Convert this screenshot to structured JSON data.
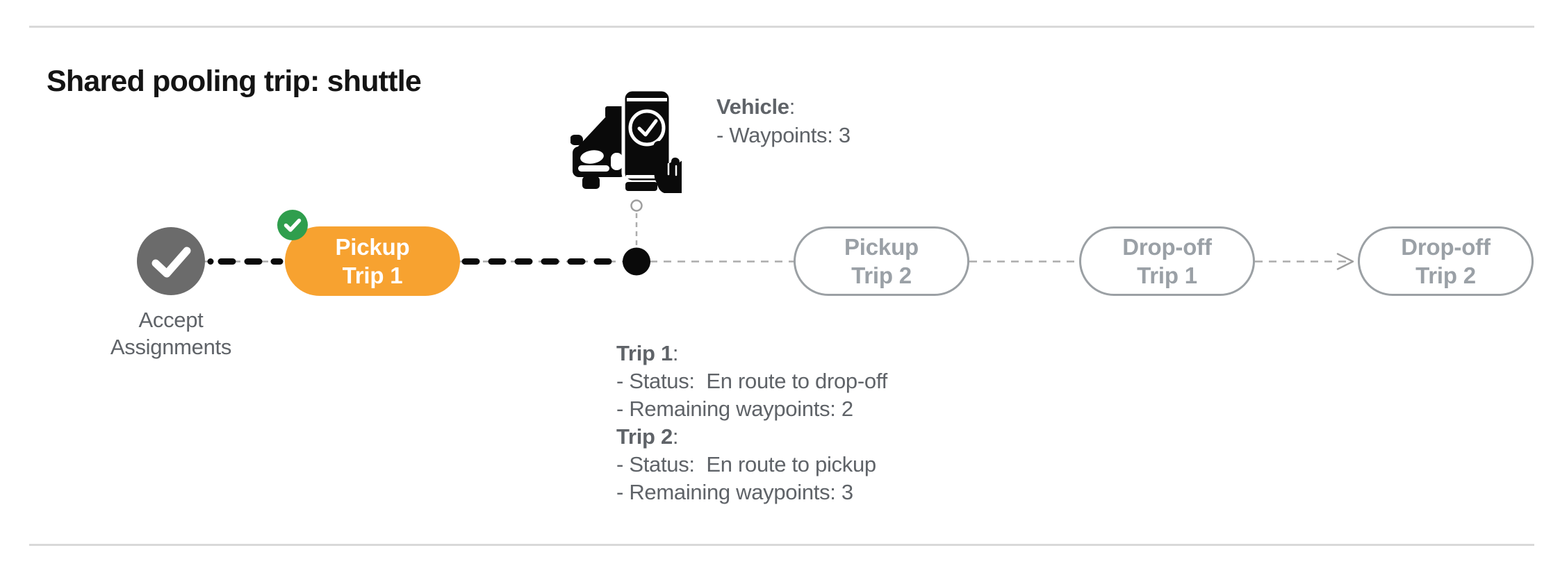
{
  "title": "Shared pooling trip: shuttle",
  "timeline": {
    "accept_node": {
      "label_line1": "Accept",
      "label_line2": "Assignments",
      "icon": "check-icon",
      "status": "completed"
    },
    "stages": [
      {
        "line1": "Pickup",
        "line2": "Trip 1",
        "state": "current",
        "badge_icon": "check-badge-icon"
      },
      {
        "line1": "Pickup",
        "line2": "Trip 2",
        "state": "upcoming"
      },
      {
        "line1": "Drop-off",
        "line2": "Trip 1",
        "state": "upcoming"
      },
      {
        "line1": "Drop-off",
        "line2": "Trip 2",
        "state": "upcoming"
      }
    ],
    "vehicle_marker": {
      "icon": "car-phone-confirmation-icon"
    }
  },
  "vehicle_info": {
    "heading": "Vehicle",
    "heading_suffix": ":",
    "waypoints_line": "- Waypoints: 3"
  },
  "trip_info": [
    {
      "heading": "Trip 1",
      "heading_suffix": ":",
      "status_line": "- Status:  En route to drop-off",
      "remaining_line": "- Remaining waypoints: 2"
    },
    {
      "heading": "Trip 2",
      "heading_suffix": ":",
      "status_line": "- Status:  En route to pickup",
      "remaining_line": "- Remaining waypoints: 3"
    }
  ],
  "colors": {
    "current_stage_orange": "#F7A230",
    "completed_green": "#2F9E4D",
    "completed_node_gray": "#6B6B6B",
    "upcoming_border_gray": "#9BA0A4",
    "upcoming_text_gray": "#9AA0A6",
    "info_text_gray": "#5F6368",
    "connector_gray": "#ACACAC",
    "traveled_black": "#0A0A0A",
    "separator_gray": "#D9D9D9"
  }
}
